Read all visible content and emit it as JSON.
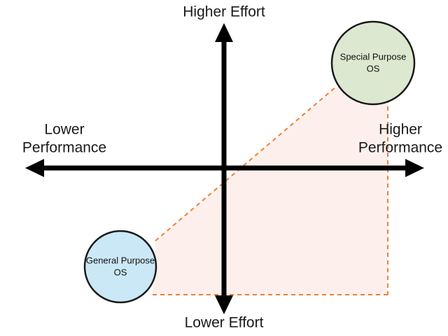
{
  "diagram": {
    "type": "quadrant-matrix",
    "background_color": "#ffffff",
    "axes": {
      "vertical": {
        "top_label": "Higher Effort",
        "bottom_label": "Lower Effort",
        "color": "#000000"
      },
      "horizontal": {
        "left_label_line1": "Lower",
        "left_label_line2": "Performance",
        "right_label_line1": "Higher",
        "right_label_line2": "Performance",
        "color": "#000000"
      }
    },
    "region": {
      "name": "tradeoff-region",
      "fill_color": "#fdf0ec",
      "edge_color": "#ed8039",
      "edge_style": "dashed"
    },
    "nodes": [
      {
        "id": "special-purpose-os",
        "label_line1": "Special Purpose",
        "label_line2": "OS",
        "fill_color": "#dce8d0",
        "stroke_color": "#1a1a1a",
        "quadrant": "higher-effort-higher-performance"
      },
      {
        "id": "general-purpose-os",
        "label_line1": "General Purpose",
        "label_line2": "OS",
        "fill_color": "#cbe8f7",
        "stroke_color": "#1a1a1a",
        "quadrant": "lower-effort-lower-performance"
      }
    ]
  }
}
